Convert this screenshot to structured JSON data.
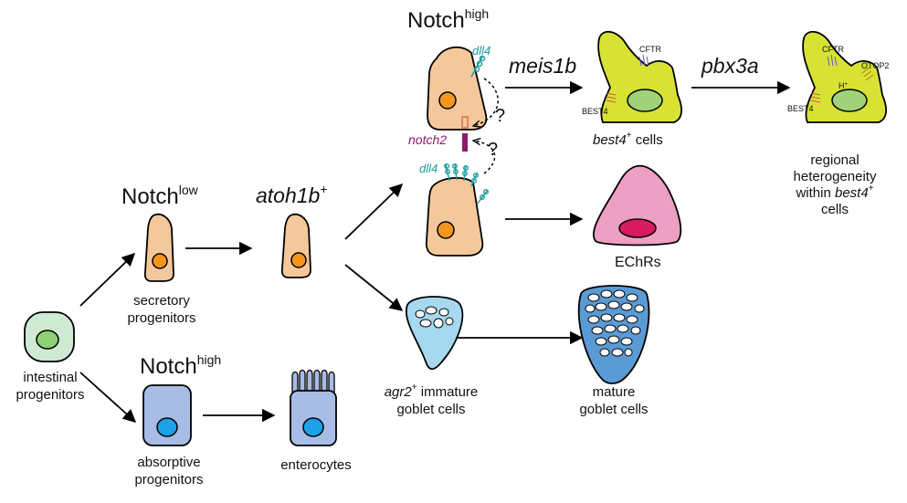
{
  "labels": {
    "notch_high_top": "Notch",
    "notch_high_top_sup": "high",
    "notch_low": "Notch",
    "notch_low_sup": "low",
    "notch_high_bottom": "Notch",
    "notch_high_bottom_sup": "high",
    "atoh1b": "atoh1b",
    "atoh1b_sup": "+",
    "meis1b": "meis1b",
    "pbx3a": "pbx3a",
    "secretory_1": "secretory",
    "secretory_2": "progenitors",
    "intestinal_1": "intestinal",
    "intestinal_2": "progenitors",
    "absorptive_1": "absorptive",
    "absorptive_2": "progenitors",
    "enterocytes": "enterocytes",
    "agr2_gene": "agr2",
    "agr2_sup": "+",
    "agr2_rest": " immature",
    "goblet_immature_2": "goblet cells",
    "mature_1": "mature",
    "mature_2": "goblet cells",
    "echrs": "EChRs",
    "best4_gene": "best4",
    "best4_sup": "+",
    "best4_rest": " cells",
    "regional_1": "regional",
    "regional_2": "heterogeneity",
    "regional_3_a": "within ",
    "regional_3_gene": "best4",
    "regional_3_sup": "+",
    "regional_4": "cells",
    "dll4_top": "dll4",
    "dll4_bottom": "dll4",
    "notch2": "notch2",
    "q1": "?",
    "q2": "?",
    "cftr_1": "CFTR",
    "best4_prot_1": "BEST4",
    "cftr_2": "CFTR",
    "otop2": "OTOP2",
    "hplus": "H",
    "hplus_sup": "+",
    "best4_prot_2": "BEST4"
  },
  "colors": {
    "secretory_cell": "#f4c89a",
    "nucleus_orange": "#f4961e",
    "best4_cell": "#d8e234",
    "best4_nucleus": "#9fd27a",
    "echr_cell": "#ee9fc4",
    "echr_nucleus": "#d81b60",
    "absorptive_cell": "#a7bde6",
    "absorptive_nucleus": "#1da1e8",
    "progenitor_cell": "#cfe9d2",
    "progenitor_nucleus": "#8fcf77",
    "goblet_immature": "#a6d8ef",
    "goblet_mature": "#5b9bd5",
    "notch2": "#8b1a6b",
    "dll4": "#1a9c9c"
  }
}
